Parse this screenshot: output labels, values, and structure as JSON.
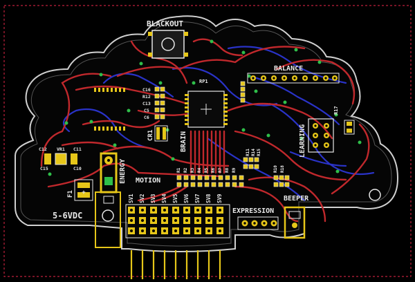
{
  "colors": {
    "background": "#000000",
    "trace_top": "#c0282c",
    "trace_bottom": "#2a33c8",
    "silkscreen": "#e8e8e8",
    "pad_yellow": "#e6c619",
    "via_green": "#2fbf4a",
    "board_edge": "#d0d0d0",
    "dimension_red": "#c0203c"
  },
  "labels": {
    "blackout": "BLACKOUT",
    "balance": "BALANCE",
    "brain": "BRAIN",
    "learning": "LEARNING",
    "energy": "ENERGY",
    "motion": "MOTION",
    "expression": "EXPRESSION",
    "beeper": "BEEPER",
    "voltage": "5-6VDC",
    "cr1": "CR1",
    "f1": "F1",
    "rp1": "RP1",
    "r17": "R17"
  },
  "small_labels": [
    "C16",
    "R12",
    "C13",
    "C5",
    "C6",
    "C12",
    "VR1",
    "C11",
    "C15",
    "C10",
    "R1",
    "R2",
    "R3",
    "R4",
    "R5",
    "R6",
    "R7",
    "R8",
    "R9",
    "R10",
    "R11",
    "R14",
    "R15",
    "R18"
  ],
  "servo_headers": [
    "SV1",
    "SV2",
    "SV3",
    "SV4",
    "SV5",
    "SV6",
    "SV7",
    "SV8",
    "SV9"
  ],
  "icons": {
    "power_symbol": "plus-minus-polarity-icon",
    "button": "tactile-button-icon",
    "chip": "microcontroller-icon",
    "speaker": "beeper-icon"
  }
}
